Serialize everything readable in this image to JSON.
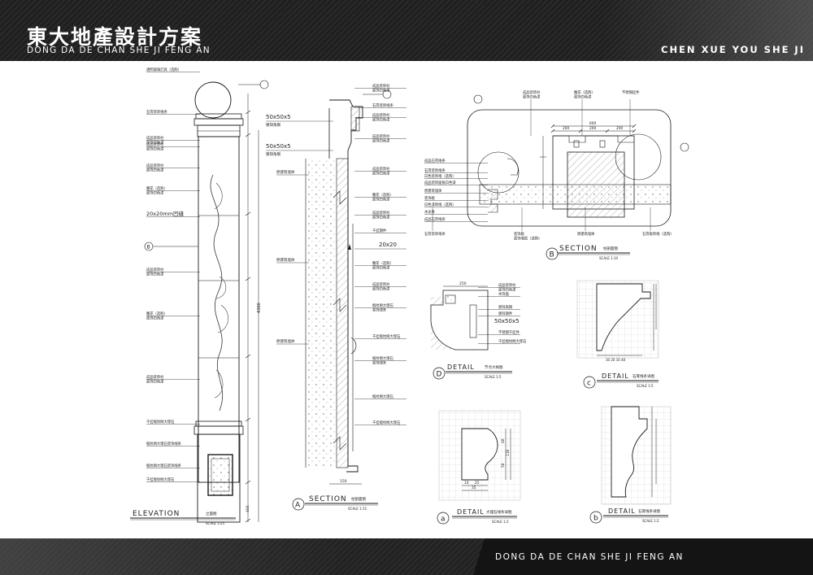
{
  "header": {
    "title_cn": "東大地產設計方案",
    "title_en": "DONG DA DE CHAN SHE JI FENG AN",
    "title_right": "CHEN XUE YOU SHE JI"
  },
  "footer": {
    "text": "DONG DA DE CHAN SHE JI FENG AN"
  },
  "drawings": {
    "elevation": {
      "title": "ELEVATION",
      "subtitle": "立面图",
      "scale": "SCALE 1:25",
      "dim_total": "4300",
      "dim_bottom": "400",
      "section_mark": "B",
      "notes": [
        "透明玻璃灯具（选购）",
        "石膏装饰线条",
        "成品装饰柱 / 面饰白色漆",
        "成品装饰柱 / 面饰白色漆",
        "成品装饰柱 / 面饰白色漆",
        "雕花（选购） / 面饰白色漆",
        "20x20mm凹缝",
        "成品装饰柱 / 面饰白色漆",
        "雕花（选购） / 面饰白色漆",
        "成品装饰柱 / 面饰白色漆",
        "干挂缎纹网大理石",
        "缎纹网大理石装饰线条",
        "缎纹网大理石装饰线条",
        "干挂缎纹网大理石"
      ]
    },
    "section_a": {
      "mark": "A",
      "title": "SECTION",
      "subtitle": "柱剖面图",
      "scale": "SCALE 1:15",
      "steel_1": "50x50x5",
      "steel_1_note": "镀锌角钢",
      "steel_2": "50x50x5",
      "steel_2_note": "镀锌角钢",
      "groove": "20x20",
      "wall_note_1": "原建筑墙体",
      "wall_note_2": "原建筑墙体",
      "wall_note_3": "原建筑墙体",
      "notes": [
        "成品装饰柱 / 面饰白色漆",
        "石膏装饰线条",
        "成品装饰柱 / 面饰白色漆",
        "成品装饰柱 / 面饰白色漆",
        "成品装饰柱 / 面饰白色漆",
        "雕花（选购） / 面饰白色漆",
        "成品装饰柱 / 面饰白色漆",
        "干挂钢件",
        "雕花（选购） / 面饰白色漆",
        "成品装饰柱 / 面饰白色漆",
        "缎纹网大理石 / 装饰线条",
        "干挂缎纹网大理石",
        "缎纹网大理石 / 装饰线条",
        "缎纹网大理石",
        "干挂缎纹网大理石"
      ]
    },
    "section_b": {
      "mark": "B",
      "title": "SECTION",
      "subtitle": "柱剖面图",
      "scale": "SCALE 1:10",
      "dims": [
        "600",
        "200",
        "200",
        "200"
      ],
      "notes_top": [
        "成品装饰柱 / 面饰白色漆",
        "雕花（选购） / 面饰白色漆",
        "不锈钢挂件"
      ],
      "notes_left": [
        "成品石膏线条",
        "石膏装饰线条",
        "白色装饰线（选购）",
        "成品装饰面板白色漆",
        "原建筑墙体",
        "装饰板",
        "白色漆饰线（选购）",
        "木龙骨",
        "成品石膏线条"
      ],
      "notes_bottom": [
        "石膏装饰线条",
        "装饰板 / 面饰墙纸（选购）",
        "原建筑墙体",
        "石膏板饰线（选购）"
      ]
    },
    "detail_d": {
      "mark": "D",
      "title": "DETAIL",
      "subtitle": "节点大样图",
      "scale": "SCALE 1:5",
      "dim": "250",
      "steel": "50x50x5",
      "notes": [
        "成品装饰柱 / 面饰白色漆",
        "木饰面",
        "镀锌角钢",
        "镀锌钢件",
        "不锈钢干挂件",
        "干挂缎纹网大理石"
      ]
    },
    "detail_c": {
      "mark": "c",
      "title": "DETAIL",
      "subtitle": "石膏线条详图",
      "scale": "SCALE 1:5"
    },
    "detail_a": {
      "mark": "a",
      "title": "DETAIL",
      "subtitle": "大理石线条详图",
      "scale": "SCALE 1:2",
      "dims_bottom": [
        "10",
        "25",
        "35"
      ],
      "dims_right": [
        "40",
        "50",
        "110"
      ]
    },
    "detail_b": {
      "mark": "b",
      "title": "DETAIL",
      "subtitle": "石膏线条详图",
      "scale": "SCALE 1:2"
    }
  },
  "colors": {
    "header_bg": "#232323",
    "line": "#1a1a1a",
    "grid": "#cfcfcf",
    "hatch": "#555555"
  }
}
